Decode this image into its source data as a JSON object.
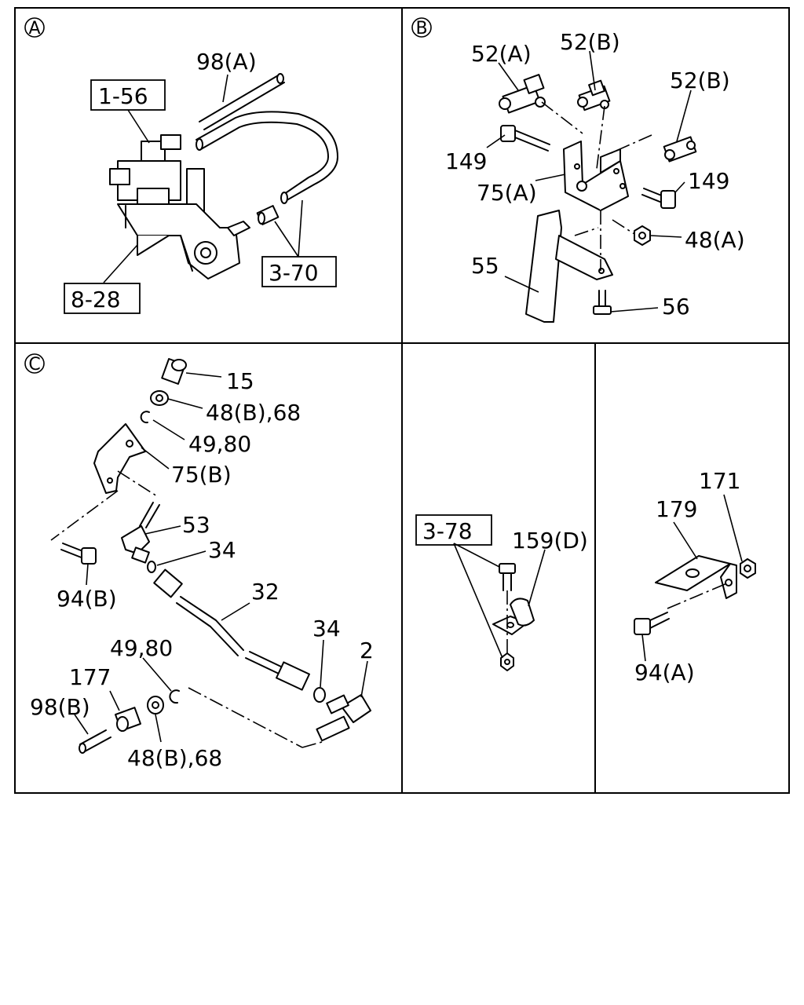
{
  "sections": [
    {
      "id": "A",
      "label": "A"
    },
    {
      "id": "B",
      "label": "B"
    },
    {
      "id": "C",
      "label": "C"
    }
  ],
  "callouts": {
    "a_98a": "98(A)",
    "a_1_56": "1-56",
    "a_8_28": "8-28",
    "a_3_70": "3-70",
    "b_52a": "52(A)",
    "b_52b_1": "52(B)",
    "b_52b_2": "52(B)",
    "b_149_1": "149",
    "b_149_2": "149",
    "b_75a": "75(A)",
    "b_48a": "48(A)",
    "b_55": "55",
    "b_56": "56",
    "c_15": "15",
    "c_48b_68_top": "48(B),68",
    "c_49_80_top": "49,80",
    "c_75b": "75(B)",
    "c_53": "53",
    "c_34_top": "34",
    "c_94b": "94(B)",
    "c_32": "32",
    "c_34_bottom": "34",
    "c_2": "2",
    "c_49_80_bottom": "49,80",
    "c_177": "177",
    "c_98b": "98(B)",
    "c_48b_68_bottom": "48(B),68",
    "d_3_78": "3-78",
    "d_159d": "159(D)",
    "e_171": "171",
    "e_179": "179",
    "e_94a": "94(A)"
  }
}
